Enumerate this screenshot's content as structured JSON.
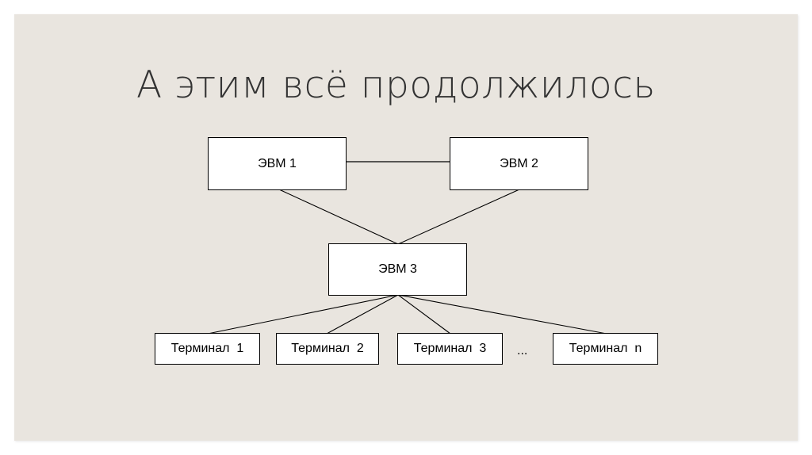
{
  "title": "А этим всё продолжилось",
  "diagram": {
    "nodes": {
      "evm1": "ЭВМ 1",
      "evm2": "ЭВМ 2",
      "evm3": "ЭВМ 3",
      "term1": "Терминал  1",
      "term2": "Терминал  2",
      "term3": "Терминал  3",
      "termn": "Терминал  n"
    },
    "ellipsis": "...",
    "edges": [
      [
        "evm1",
        "evm2"
      ],
      [
        "evm1",
        "evm3"
      ],
      [
        "evm2",
        "evm3"
      ],
      [
        "evm3",
        "term1"
      ],
      [
        "evm3",
        "term2"
      ],
      [
        "evm3",
        "term3"
      ],
      [
        "evm3",
        "termn"
      ]
    ]
  },
  "colors": {
    "slide_background": "#e9e5df",
    "title_text": "#333333",
    "box_fill": "#ffffff",
    "box_border": "#000000"
  }
}
